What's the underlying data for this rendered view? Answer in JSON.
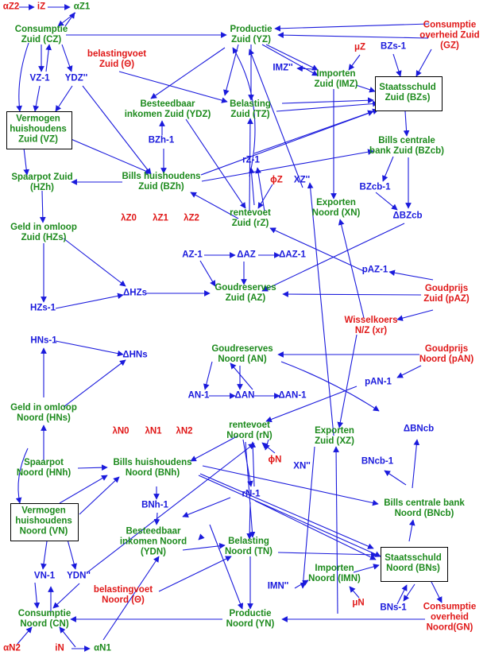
{
  "colors": {
    "green": "#1c8a1c",
    "blue": "#1a1adc",
    "red": "#e01818",
    "arrow": "#1a1adc"
  },
  "nodes": {
    "aZ2": "αZ2",
    "iZ": "iZ",
    "aZ1": "αZ1",
    "cz1": "Consumptie",
    "cz2": "Zuid (CZ)",
    "yz1": "Productie",
    "yz2": "Zuid (YZ)",
    "gz1": "Consumptie",
    "gz2": "overheid Zuid",
    "gz3": "(GZ)",
    "thetaZ1": "belastingvoet",
    "thetaZ2": "Zuid (Θ)",
    "muZ": "μZ",
    "bzs1": "BZs-1",
    "imzq": "IMZ''",
    "imz1": "Importen",
    "imz2": "Zuid (IMZ)",
    "bzs_a": "Staatsschuld",
    "bzs_b": "Zuid (BZs)",
    "vz1x": "VZ-1",
    "ydzq": "YDZ''",
    "vz_a": "Vermogen",
    "vz_b": "huishoudens",
    "vz_c": "Zuid (VZ)",
    "ydz1": "Besteedbaar",
    "ydz2": "inkomen Zuid (YDZ)",
    "tz1": "Belasting",
    "tz2": "Zuid (TZ)",
    "bzh1x": "BZh-1",
    "bzcb1": "Bills centrale",
    "bzcb2": "bank Zuid (BZcb)",
    "rz1x": "rZ-1",
    "hzh1": "Spaarpot Zuid",
    "hzh2": "(HZh)",
    "bzh1": "Bills huishoudens",
    "bzh2": "Zuid (BZh)",
    "phiZ": "ϕZ",
    "xzq": "XZ''",
    "bzcb1x": "BZcb-1",
    "xn1": "Exporten",
    "xn2": "Noord (XN)",
    "lz0": "λZ0",
    "lz1": "λZ1",
    "lz2": "λZ2",
    "rz1": "rentevoet",
    "rz2": "Zuid (rZ)",
    "dbzcb": "ΔBZcb",
    "hzs1": "Geld in omloop",
    "hzs2": "Zuid (HZs)",
    "az1x": "AZ-1",
    "daz": "ΔAZ",
    "daz1": "ΔAZ-1",
    "paz1x": "pAZ-1",
    "dhzs": "ΔHZs",
    "az1": "Goudreserves",
    "az2": "Zuid (AZ)",
    "hzs1x": "HZs-1",
    "paz1": "Goudprijs",
    "paz2": "Zuid (pAZ)",
    "xr1": "Wisselkoers",
    "xr2": "N/Z (xr)",
    "hns1x": "HNs-1",
    "dhns": "ΔHNs",
    "an1": "Goudreserves",
    "an2": "Noord (AN)",
    "pan1": "Goudprijs",
    "pan2": "Noord (pAN)",
    "pan1x": "pAN-1",
    "an1x": "AN-1",
    "dan": "ΔAN",
    "dan1": "ΔAN-1",
    "hns1": "Geld in omloop",
    "hns2": "Noord (HNs)",
    "rn1": "rentevoet",
    "rn2": "Noord (rN)",
    "xz1": "Exporten",
    "xz2": "Zuid (XZ)",
    "dbncb": "ΔBNcb",
    "ln0": "λN0",
    "ln1": "λN1",
    "ln2": "λN2",
    "phiN": "ϕN",
    "xnq": "XN''",
    "hnh1": "Spaarpot",
    "hnh2": "Noord (HNh)",
    "bnh1": "Bills huishoudens",
    "bnh2": "Noord (BNh)",
    "bncb1x": "BNcb-1",
    "rn1x": "rN-1",
    "bncb1": "Bills centrale bank",
    "bncb2": "Noord (BNcb)",
    "vn_a": "Vermogen",
    "vn_b": "huishoudens",
    "vn_c": "Noord (VN)",
    "bnh1x": "BNh-1",
    "ydn1": "Besteedbaar",
    "ydn2": "inkomen Noord",
    "ydn3": "(YDN)",
    "tn1": "Belasting",
    "tn2": "Noord (TN)",
    "bns_a": "Staatsschuld",
    "bns_b": "Noord (BNs)",
    "vn1x": "VN-1",
    "ydnq": "YDN''",
    "imn1": "Importen",
    "imn2": "Noord (IMN)",
    "thetaN1": "belastingvoet",
    "thetaN2": "Noord (Θ)",
    "imnq": "IMN''",
    "muN": "μN",
    "cn1": "Consumptie",
    "cn2": "Noord (CN)",
    "yn1": "Productie",
    "yn2": "Noord (YN)",
    "bns1x": "BNs-1",
    "gn1": "Consumptie",
    "gn2": "overheid",
    "gn3": "Noord(GN)",
    "aN2": "αN2",
    "iN": "iN",
    "aN1": "αN1"
  }
}
